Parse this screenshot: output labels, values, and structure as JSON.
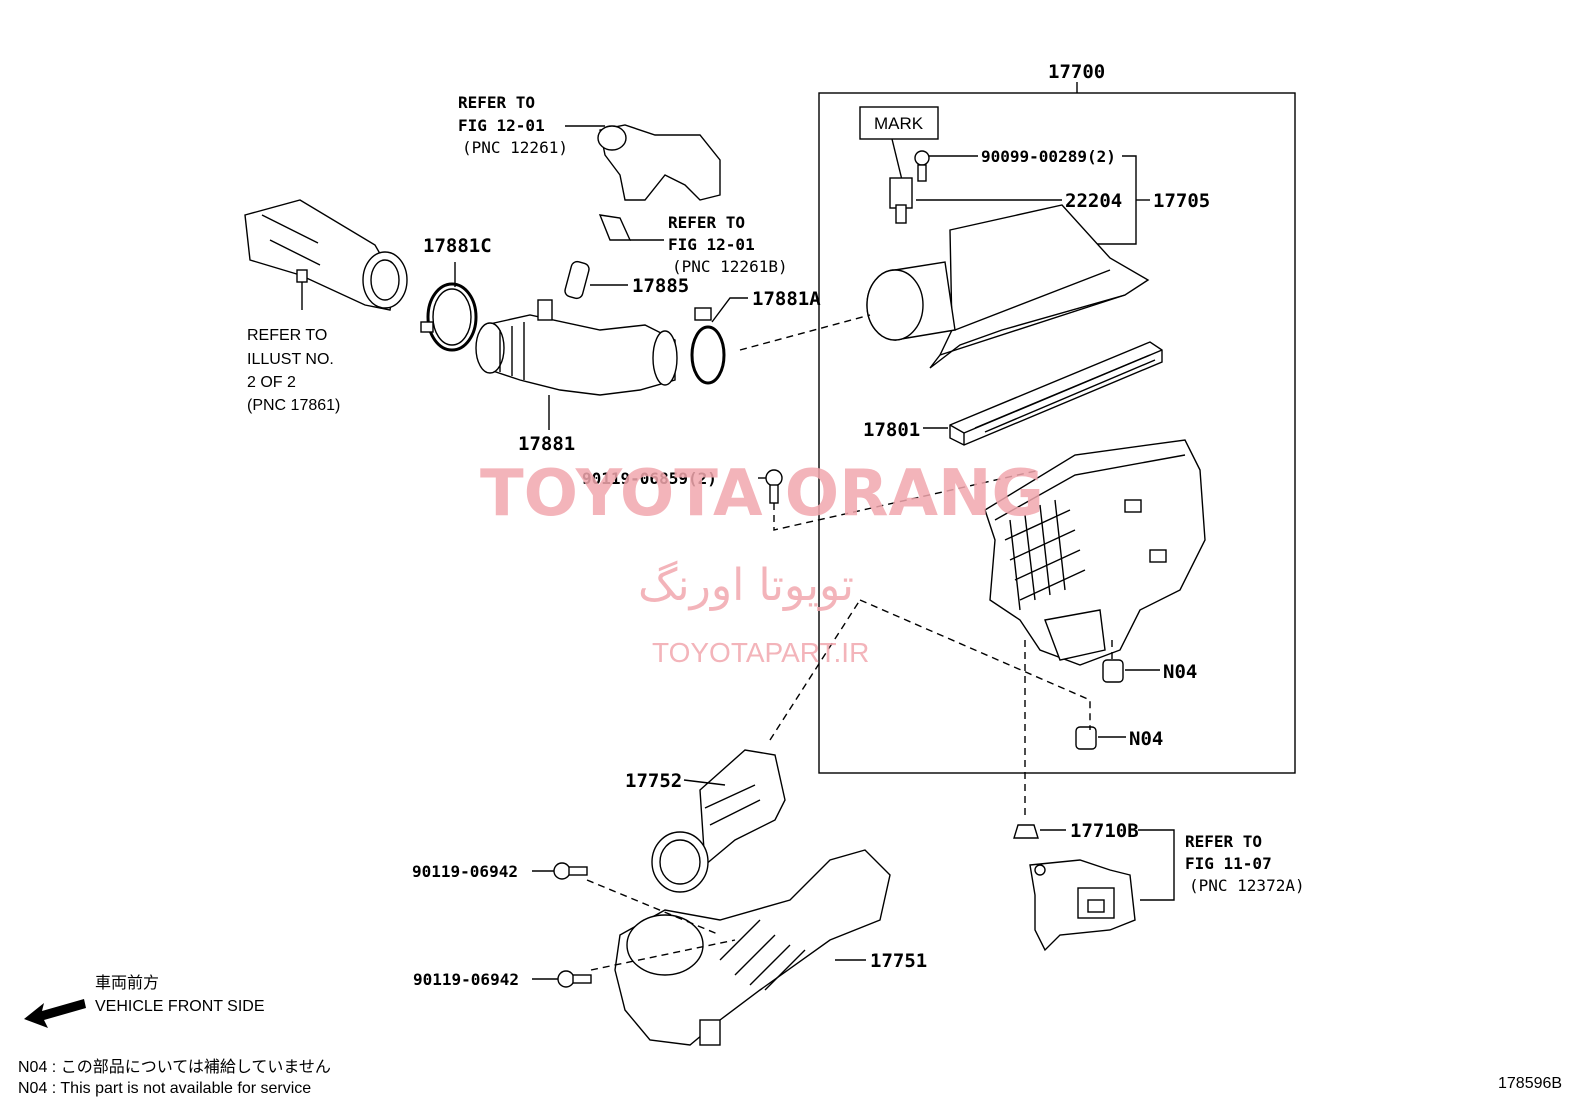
{
  "diagram_id": "178596B",
  "assembly": "17700",
  "mark_label": "MARK",
  "labels": {
    "p17881C": "17881C",
    "p17885": "17885",
    "p17881A": "17881A",
    "p17881": "17881",
    "p17801": "17801",
    "p90099": "90099-00289(2)",
    "p22204": "22204",
    "p17705": "17705",
    "p90119_06859": "90119-06859(2)",
    "n04_a": "N04",
    "n04_b": "N04",
    "p17752": "17752",
    "p17751": "17751",
    "p90119_06942_a": "90119-06942",
    "p90119_06942_b": "90119-06942",
    "p17710B": "17710B"
  },
  "refs": {
    "ref1": [
      "REFER TO",
      "FIG 12-01",
      "(PNC 12261)"
    ],
    "ref2": [
      "REFER TO",
      "FIG 12-01",
      "(PNC 12261B)"
    ],
    "ref3": [
      "REFER TO",
      "ILLUST NO.",
      "2 OF 2",
      "(PNC 17861)"
    ],
    "ref4": [
      "REFER TO",
      "FIG 11-07",
      "(PNC 12372A)"
    ]
  },
  "front_side": {
    "jp": "車両前方",
    "en": "VEHICLE FRONT SIDE"
  },
  "footnotes": [
    "N04 : この部品については補給していません",
    "N04 : This part is not available for service"
  ],
  "watermark": {
    "line1": "TOYOTA ORANG",
    "line2": "تویوتا اورنگ",
    "line3": "TOYOTAPART.IR"
  }
}
